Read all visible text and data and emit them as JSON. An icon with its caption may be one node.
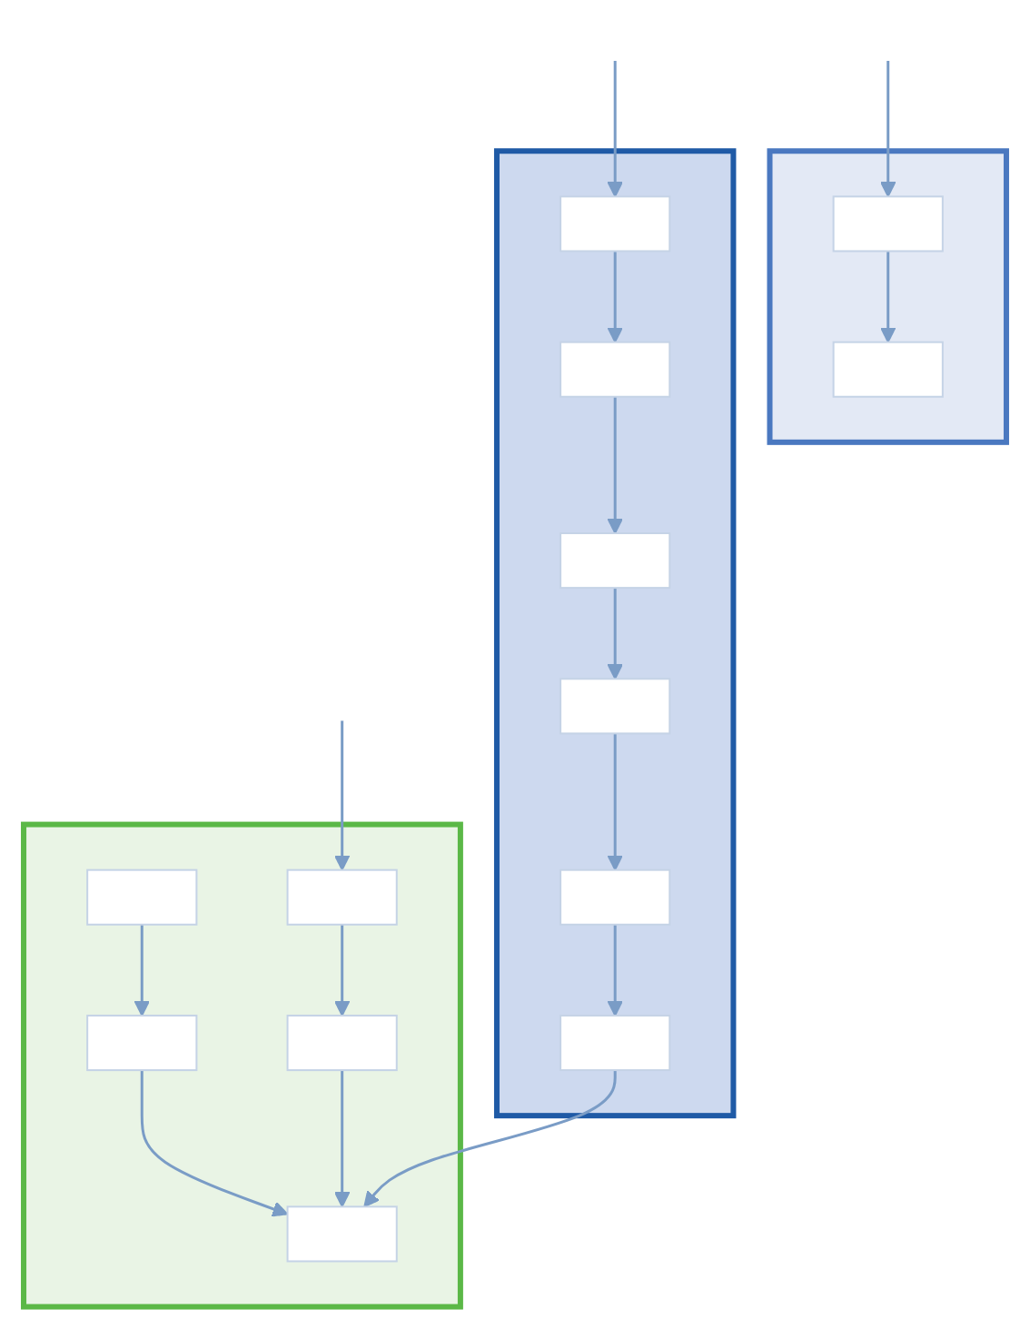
{
  "diagram": {
    "nodes": [
      {
        "text": [],
        "shape": "box"
      },
      {
        "text": [],
        "shape": "box",
        "in": 0
      },
      {
        "text": [],
        "shape": "box",
        "in": 0
      },
      {
        "text": [],
        "shape": "box",
        "in": 0
      },
      {
        "text": [],
        "shape": "box",
        "in": 0
      },
      {
        "text": [],
        "shape": "box",
        "in": 0
      },
      {
        "text": [],
        "shape": "box"
      },
      {
        "text": [],
        "shape": "box",
        "in": 6
      },
      {
        "text": [],
        "shape": "box",
        "in": 6
      },
      {
        "text": [],
        "shape": "box"
      },
      {
        "text": [],
        "shape": "box",
        "in": 9
      },
      {
        "text": [],
        "shape": "box",
        "in": 9
      },
      {
        "text": [],
        "shape": "box",
        "in": 9
      },
      {
        "text": [],
        "shape": "box",
        "in": 9
      },
      {
        "text": [],
        "shape": "box",
        "in": 9
      },
      {
        "text": [],
        "shape": "box",
        "in": 9
      }
    ],
    "edges": [
      {
        "from": 1,
        "to": 2,
        "arrow": "to"
      },
      {
        "from": 2,
        "to": 5,
        "arrow": "to"
      },
      {
        "from": null,
        "to": 3,
        "arrow": "to"
      },
      {
        "from": null,
        "to": 7,
        "arrow": "to"
      },
      {
        "from": null,
        "to": 10,
        "arrow": "to"
      },
      {
        "from": 3,
        "to": 4,
        "arrow": "to"
      },
      {
        "from": 4,
        "to": 5,
        "arrow": "to"
      },
      {
        "from": 7,
        "to": 8,
        "arrow": "to"
      },
      {
        "from": 10,
        "to": 11,
        "arrow": "to"
      },
      {
        "from": 11,
        "to": 12,
        "arrow": "to"
      },
      {
        "from": 12,
        "to": 13,
        "arrow": "to"
      },
      {
        "from": 13,
        "to": 14,
        "arrow": "to"
      },
      {
        "from": 14,
        "to": 15,
        "arrow": "to"
      },
      {
        "from": 15,
        "to": 5,
        "arrow": "to"
      }
    ]
  }
}
